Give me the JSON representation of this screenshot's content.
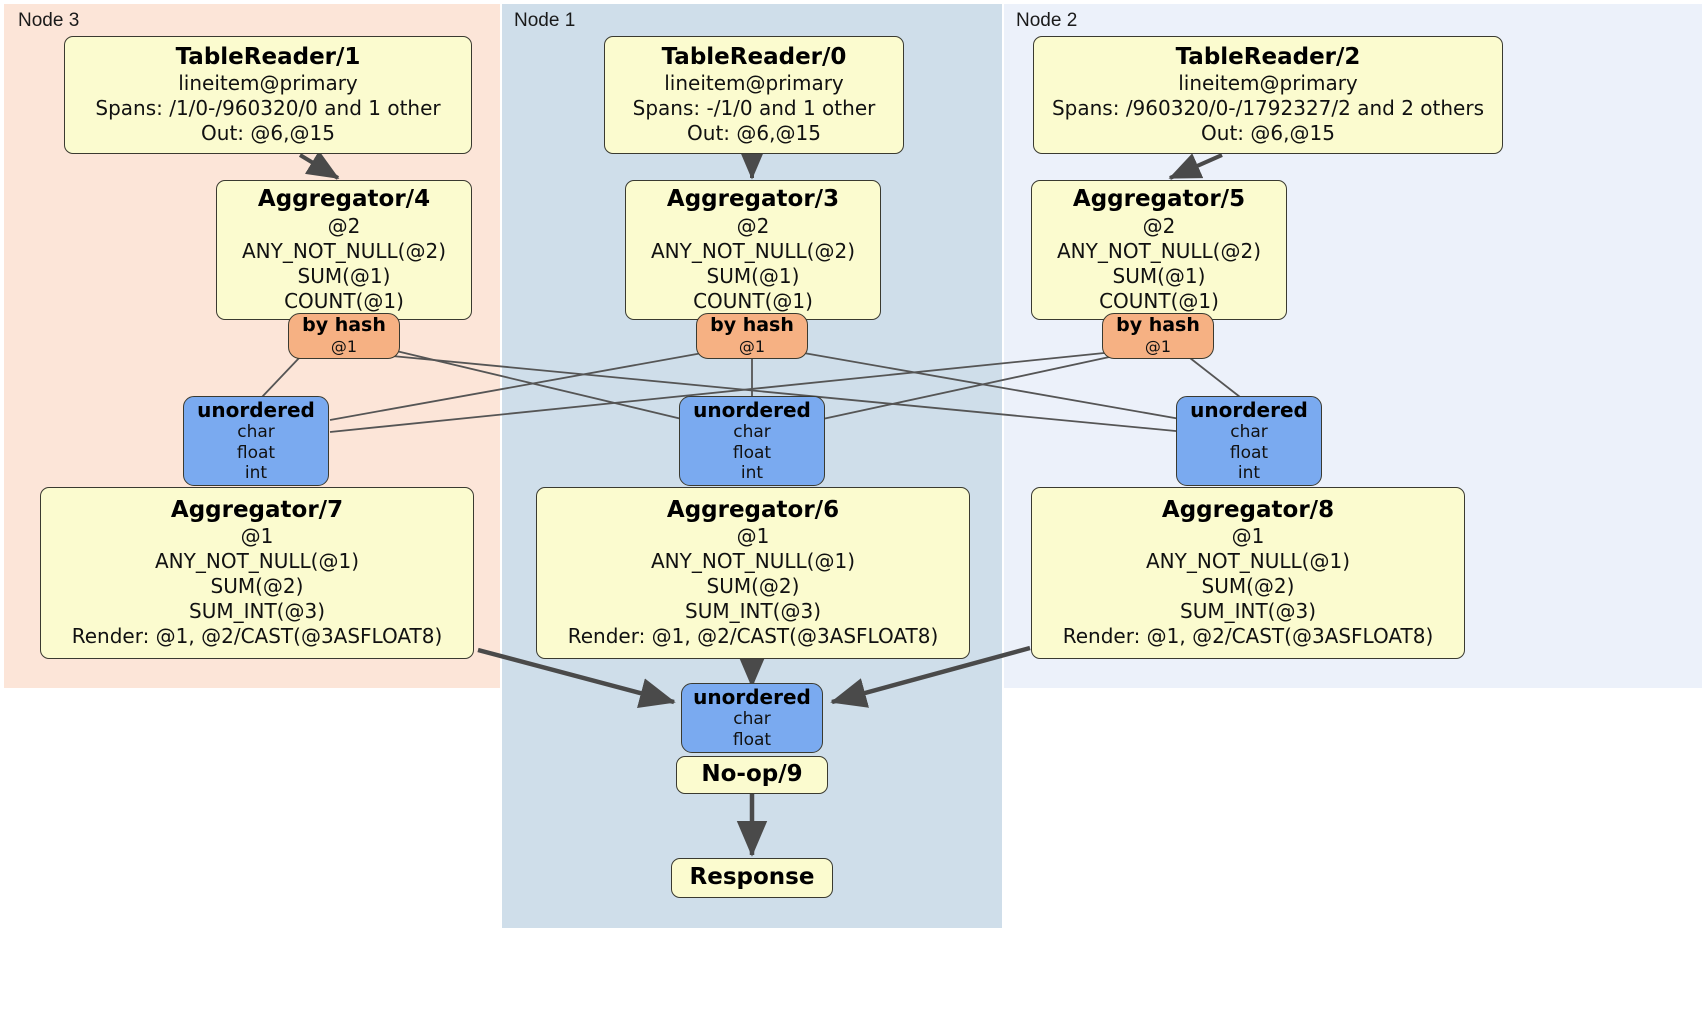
{
  "diagram": {
    "type": "distributed-query-plan",
    "colors": {
      "node3_bg": "#fce5d8",
      "node1_bg": "#cfdeea",
      "node2_bg": "#ecf1fa",
      "processor_fill": "#fbfbcf",
      "router_fill": "#f6b183",
      "synchronizer_fill": "#7aaaf0",
      "stroke": "#3a3a30",
      "edge": "#4a4a4a"
    }
  },
  "nodes": [
    {
      "id": "node3",
      "label": "Node 3"
    },
    {
      "id": "node1",
      "label": "Node 1"
    },
    {
      "id": "node2",
      "label": "Node 2"
    }
  ],
  "processors": {
    "table_reader_1": {
      "title": "TableReader/1",
      "lines": [
        "lineitem@primary",
        "Spans: /1/0-/960320/0 and 1 other",
        "Out: @6,@15"
      ]
    },
    "table_reader_0": {
      "title": "TableReader/0",
      "lines": [
        "lineitem@primary",
        "Spans: -/1/0 and 1 other",
        "Out: @6,@15"
      ]
    },
    "table_reader_2": {
      "title": "TableReader/2",
      "lines": [
        "lineitem@primary",
        "Spans: /960320/0-/1792327/2 and 2 others",
        "Out: @6,@15"
      ]
    },
    "aggregator_4": {
      "title": "Aggregator/4",
      "lines": [
        "@2",
        "ANY_NOT_NULL(@2)",
        "SUM(@1)",
        "COUNT(@1)"
      ]
    },
    "aggregator_3": {
      "title": "Aggregator/3",
      "lines": [
        "@2",
        "ANY_NOT_NULL(@2)",
        "SUM(@1)",
        "COUNT(@1)"
      ]
    },
    "aggregator_5": {
      "title": "Aggregator/5",
      "lines": [
        "@2",
        "ANY_NOT_NULL(@2)",
        "SUM(@1)",
        "COUNT(@1)"
      ]
    },
    "aggregator_7": {
      "title": "Aggregator/7",
      "lines": [
        "@1",
        "ANY_NOT_NULL(@1)",
        "SUM(@2)",
        "SUM_INT(@3)",
        "Render: @1, @2/CAST(@3ASFLOAT8)"
      ]
    },
    "aggregator_6": {
      "title": "Aggregator/6",
      "lines": [
        "@1",
        "ANY_NOT_NULL(@1)",
        "SUM(@2)",
        "SUM_INT(@3)",
        "Render: @1, @2/CAST(@3ASFLOAT8)"
      ]
    },
    "aggregator_8": {
      "title": "Aggregator/8",
      "lines": [
        "@1",
        "ANY_NOT_NULL(@1)",
        "SUM(@2)",
        "SUM_INT(@3)",
        "Render: @1, @2/CAST(@3ASFLOAT8)"
      ]
    },
    "noop_9": {
      "title": "No-op/9"
    },
    "response": {
      "title": "Response"
    }
  },
  "routers": {
    "by_hash_4": {
      "title": "by hash",
      "line": "@1"
    },
    "by_hash_3": {
      "title": "by hash",
      "line": "@1"
    },
    "by_hash_5": {
      "title": "by hash",
      "line": "@1"
    }
  },
  "synchronizers": {
    "unordered_7": {
      "title": "unordered",
      "lines": [
        "char",
        "float",
        "int"
      ]
    },
    "unordered_6": {
      "title": "unordered",
      "lines": [
        "char",
        "float",
        "int"
      ]
    },
    "unordered_8": {
      "title": "unordered",
      "lines": [
        "char",
        "float",
        "int"
      ]
    },
    "unordered_final": {
      "title": "unordered",
      "lines": [
        "char",
        "float"
      ]
    }
  }
}
